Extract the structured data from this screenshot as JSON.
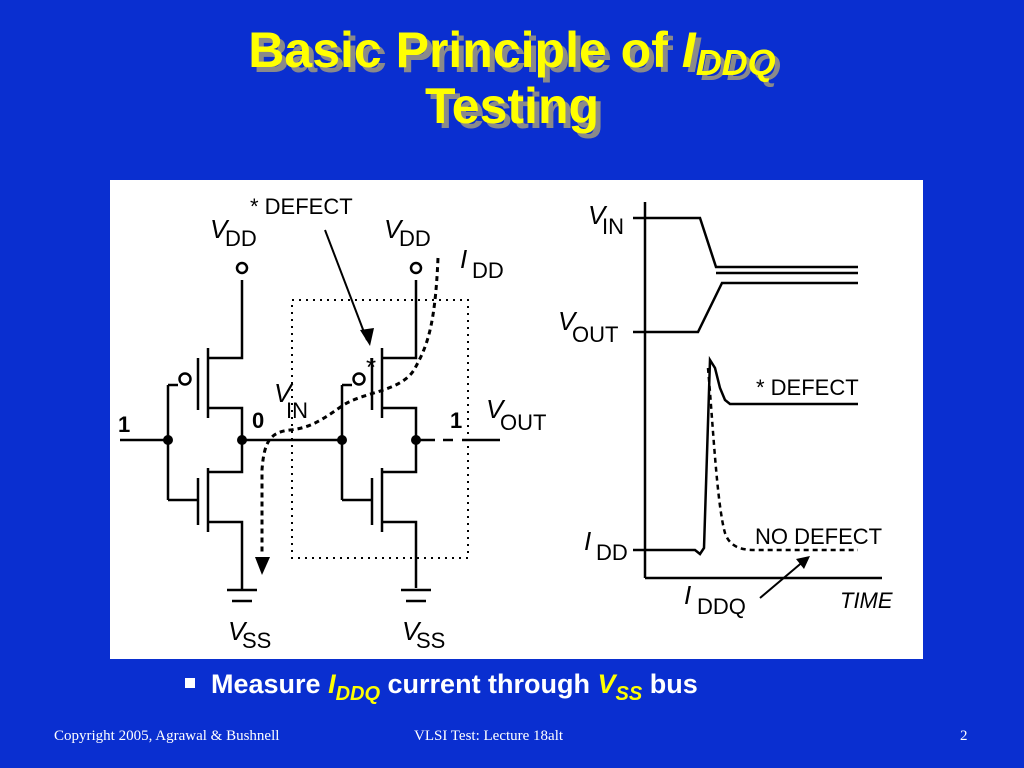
{
  "title": {
    "line1_prefix": "Basic Principle of ",
    "line1_var": "I",
    "line1_sub": "DDQ",
    "line2": "Testing"
  },
  "figure": {
    "defect_label": "* DEFECT",
    "vdd_v": "V",
    "vdd_sub": "DD",
    "vss_v": "V",
    "vss_sub": "SS",
    "idd_i": "I",
    "idd_sub": "DD",
    "vin_v": "V",
    "vin_sub": "IN",
    "vout_v": "V",
    "vout_sub": "OUT",
    "input_logic": "1",
    "mid_logic": "0",
    "out_logic": "1",
    "defect_star": "*",
    "waveform": {
      "vin_v": "V",
      "vin_sub": "IN",
      "vout_v": "V",
      "vout_sub": "OUT",
      "defect_label": "* DEFECT",
      "no_defect_label": "NO DEFECT",
      "idd_i": "I",
      "idd_sub": "DD",
      "iddq_i": "I",
      "iddq_sub": "DDQ",
      "time_label": "TIME"
    }
  },
  "bullet": {
    "prefix": "Measure ",
    "var1": "I",
    "var1_sub": "DDQ",
    "middle": " current through ",
    "var2": "V",
    "var2_sub": "SS",
    "suffix": " bus"
  },
  "footer": {
    "copyright": "Copyright 2005, Agrawal & Bushnell",
    "course": "VLSI Test: Lecture 18alt",
    "page": "2"
  }
}
